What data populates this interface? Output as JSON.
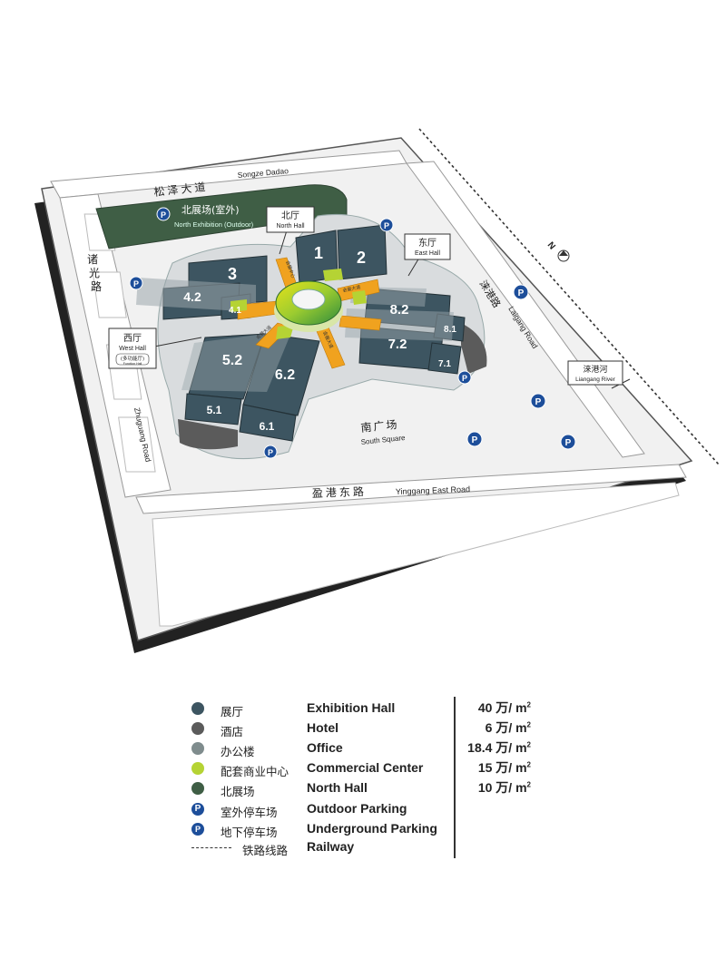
{
  "roads": {
    "songze_cn": "松泽大道",
    "songze_en": "Songze Dadao",
    "zhuguang_cn": "诸光路",
    "zhuguang_en": "Zhuguang Road",
    "yinggang_cn": "盈港东路",
    "yinggang_en": "Yinggang East Road",
    "laigang_cn": "涞港路",
    "laigang_en": "Laigang Road",
    "river_cn": "涞港河",
    "river_en": "Liangang River"
  },
  "areas": {
    "north_exhibition_cn": "北展场(室外)",
    "north_exhibition_en": "North Exhibition (Outdoor)",
    "north_hall_cn": "北厅",
    "north_hall_en": "North Hall",
    "east_hall_cn": "东厅",
    "east_hall_en": "East Hall",
    "west_hall_cn": "西厅",
    "west_hall_en": "West Hall",
    "west_hall_sub": "(多功能厅)",
    "west_hall_sub_en": "Function Hall",
    "south_square_cn": "南广场",
    "south_square_en": "South Square"
  },
  "halls": [
    "1",
    "2",
    "3",
    "4.2",
    "4.1",
    "5.2",
    "5.1",
    "6.2",
    "6.1",
    "7.2",
    "7.1",
    "8.2",
    "8.1"
  ],
  "corridor_labels": [
    "会展中心",
    "会展大道",
    "会展大道",
    "会展大道"
  ],
  "compass_label": "N",
  "colors": {
    "exhibition_hall": "#3d5561",
    "hotel": "#5b5b5b",
    "office": "#7f8c8d",
    "commercial": "#b5d334",
    "north_hall": "#3f5e45",
    "parking": "#1d4e9a",
    "corridor": "#f0a21f"
  },
  "legend": [
    {
      "cn": "展厅",
      "en": "Exhibition Hall",
      "area": "40 万/ m",
      "icon": "exhibition-hall-icon"
    },
    {
      "cn": "酒店",
      "en": "Hotel",
      "area": "6 万/ m",
      "icon": "hotel-icon"
    },
    {
      "cn": "办公楼",
      "en": "Office",
      "area": "18.4 万/ m",
      "icon": "office-icon"
    },
    {
      "cn": "配套商业中心",
      "en": "Commercial Center",
      "area": "15 万/ m",
      "icon": "commercial-icon"
    },
    {
      "cn": "北展场",
      "en": "North Hall",
      "area": "10 万/ m",
      "icon": "north-hall-icon"
    },
    {
      "cn": "室外停车场",
      "en": "Outdoor Parking",
      "area": "",
      "icon": "outdoor-parking-icon"
    },
    {
      "cn": "地下停车场",
      "en": "Underground Parking",
      "area": "",
      "icon": "underground-parking-icon"
    },
    {
      "cn": "铁路线路",
      "en": "Railway",
      "area": "",
      "icon": "railway-line-icon"
    }
  ],
  "area_unit_sup": "2"
}
